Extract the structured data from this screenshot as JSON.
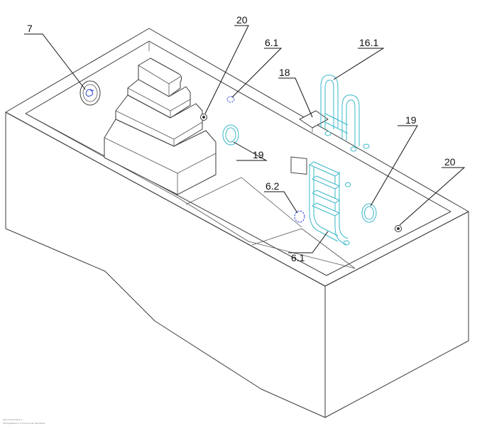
{
  "labels": {
    "l7": "7",
    "l20a": "20",
    "l61a": "6.1",
    "l161": "16.1",
    "l18": "18",
    "l19a": "19",
    "l19b": "19",
    "l20b": "20",
    "l62": "6.2",
    "l61b": "6.1"
  },
  "footer": {
    "line1": "https://poolmarket.ru",
    "line2": "Оборудование и строительство бассейнов"
  },
  "colors": {
    "outline": "#3a3a3a",
    "fitting_cyan": "#39b7c9",
    "fitting_blue": "#2a3fd6"
  }
}
